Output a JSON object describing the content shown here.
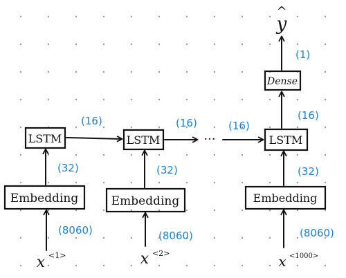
{
  "boxes": {
    "lstm_1": "LSTM",
    "lstm_2": "LSTM",
    "lstm_n": "LSTM",
    "embedding_1": "Embedding",
    "embedding_2": "Embedding",
    "embedding_n": "Embedding",
    "dense": "Dense"
  },
  "inputs": {
    "x1": {
      "base": "x",
      "sup": "<1>"
    },
    "x2": {
      "base": "x",
      "sup": "<2>"
    },
    "xn": {
      "base": "x",
      "sup": "<1000>"
    }
  },
  "output": {
    "symbol": "y",
    "hat": "^"
  },
  "dimensions": {
    "input_1": "(8060)",
    "input_2": "(8060)",
    "input_n": "(8060)",
    "embed_1": "(32)",
    "embed_2": "(32)",
    "embed_n": "(32)",
    "hidden_1": "(16)",
    "hidden_2": "(16)",
    "hidden_3": "(16)",
    "hidden_n": "(16)",
    "output": "(1)"
  },
  "ellipsis": "···",
  "colors": {
    "ink": "#111111",
    "annotation": "#1f7fd4"
  }
}
